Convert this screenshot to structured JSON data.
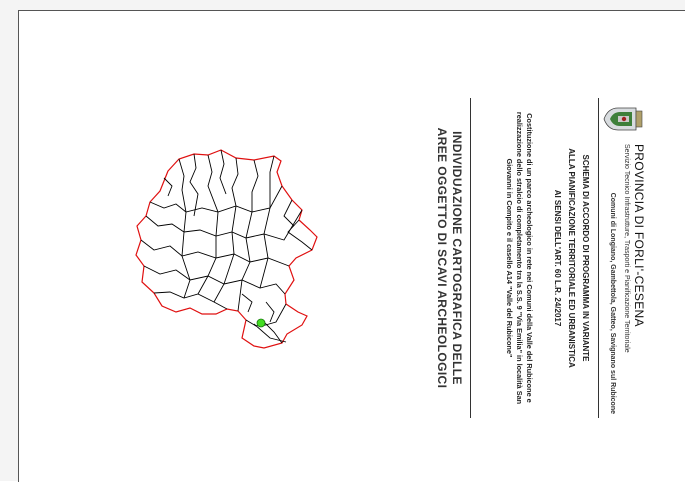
{
  "province": {
    "title": "PROVINCIA DI FORLI'-CESENA",
    "service": "Servizio Tecnico Infrastrutture, Trasporti e Pianificazione Territoriale",
    "municipalities": "Comuni di Longiano, Gambettola, Gatteo, Savignano sul Rubicone"
  },
  "scheme": {
    "line1": "SCHEMA DI ACCORDO DI PROGRAMMA IN VARIANTE",
    "line2": "ALLA PIANIFICAZIONE TERRITORIALE ED URBANISTICA",
    "line3": "AI SENSI DELL'ART. 60 L.R. 24/2017",
    "description": "Costituzione di un parco archeologico in rete nei Comuni della Valle del Rubicone e realizzazione dello stralcio di completamento tra la S.S. 9 \"Via Emilia\" in località San Giovanni in Compito e il casello A14 \"Valle del Rubicone\""
  },
  "document_title": {
    "line1": "INDIVIDUAZIONE CARTOGRAFICA DELLE",
    "line2": "AREE OGGETTO DI SCAVI ARCHEOLOGICI"
  },
  "colors": {
    "province_boundary": "#e01010",
    "municipal_boundaries": "#000000",
    "site_marker": "#44dd22"
  },
  "icons": {
    "logo": "province-coat-of-arms-icon",
    "marker": "excavation-site-marker"
  }
}
